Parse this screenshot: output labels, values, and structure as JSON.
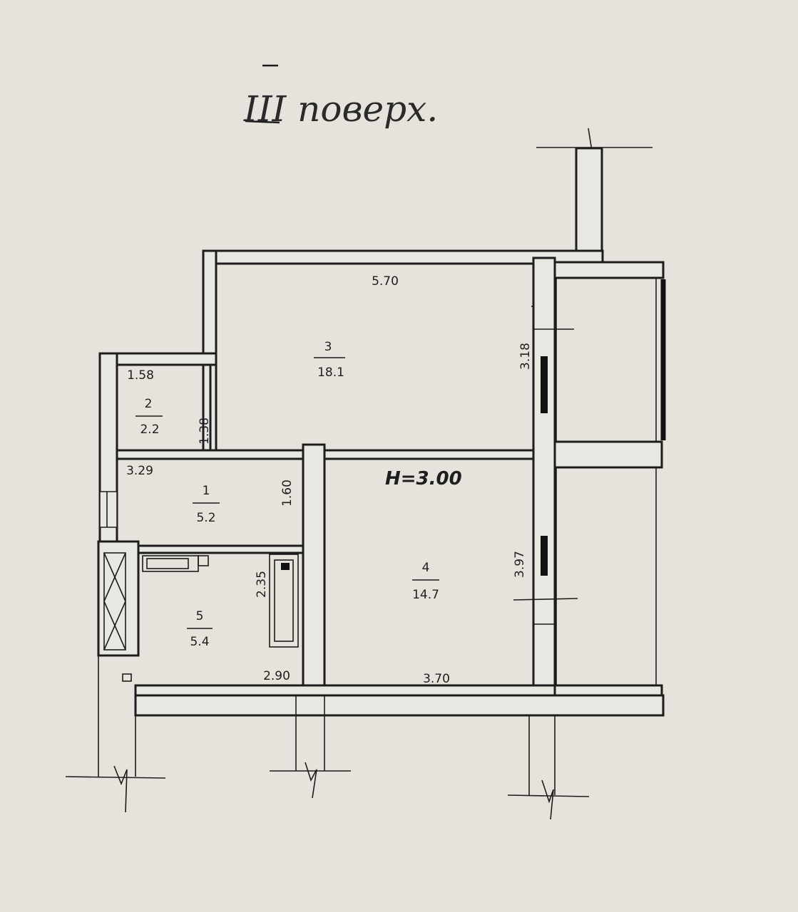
{
  "title": "III поверх.",
  "ceiling_height": "H=3.00",
  "rooms": [
    {
      "number": "1",
      "area": "5.2"
    },
    {
      "number": "2",
      "area": "2.2"
    },
    {
      "number": "3",
      "area": "18.1"
    },
    {
      "number": "4",
      "area": "14.7"
    },
    {
      "number": "5",
      "area": "5.4"
    }
  ],
  "dimensions": {
    "room3_width": "5.70",
    "room3_depth": "3.18",
    "room2_width": "1.58",
    "room2_depth": "1.38",
    "room1_width": "3.29",
    "room1_depth": "1.60",
    "room5_depth": "2.35",
    "room5_width": "2.90",
    "room4_width": "3.70",
    "room4_depth": "3.97"
  },
  "colors": {
    "paper": "#e6e3dc",
    "ink": "#1d1d1d"
  }
}
